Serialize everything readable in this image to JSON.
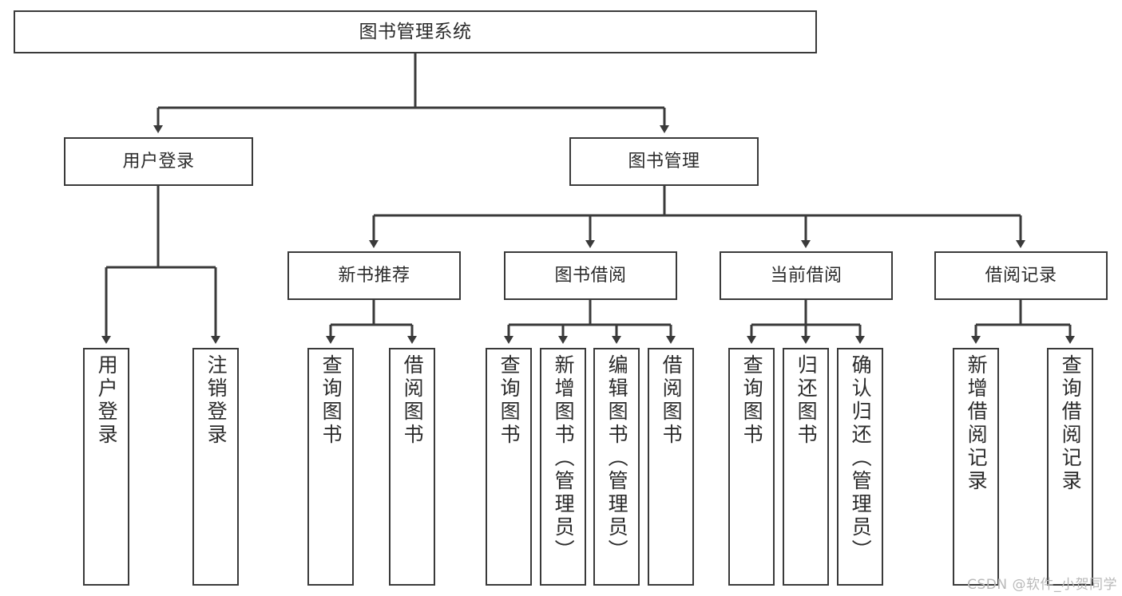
{
  "diagram": {
    "title": "图书管理系统",
    "type": "tree-hierarchy-diagram",
    "orientation": "top-down",
    "colors": {
      "box_border": "#3a3a3a",
      "box_fill": "#ffffff",
      "text": "#2b2b2b",
      "connector": "#3a3a3a",
      "watermark": "#b9b9b9",
      "background": "#ffffff"
    }
  },
  "nodes": {
    "root": {
      "label": "图书管理系统",
      "level": 0
    },
    "level1": [
      {
        "label": "用户登录",
        "level": 1
      },
      {
        "label": "图书管理",
        "level": 1
      }
    ],
    "level2": [
      {
        "label": "新书推荐",
        "level": 2
      },
      {
        "label": "图书借阅",
        "level": 2
      },
      {
        "label": "当前借阅",
        "level": 2
      },
      {
        "label": "借阅记录",
        "level": 2
      }
    ],
    "leaves": {
      "user_login": [
        {
          "label": "用户登录"
        },
        {
          "label": "注销登录"
        }
      ],
      "new_book_recommend": [
        {
          "label": "查询图书"
        },
        {
          "label": "借阅图书"
        }
      ],
      "book_borrow": [
        {
          "label": "查询图书"
        },
        {
          "label": "新增图书（管理员）"
        },
        {
          "label": "编辑图书（管理员）"
        },
        {
          "label": "借阅图书"
        }
      ],
      "current_borrow": [
        {
          "label": "查询图书"
        },
        {
          "label": "归还图书"
        },
        {
          "label": "确认归还（管理员）"
        }
      ],
      "borrow_record": [
        {
          "label": "新增借阅记录"
        },
        {
          "label": "查询借阅记录"
        }
      ]
    }
  },
  "watermark": {
    "text": "CSDN @软件_小贺同学"
  }
}
